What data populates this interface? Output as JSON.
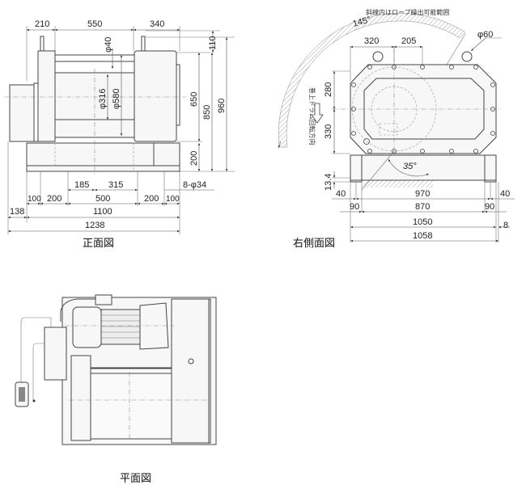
{
  "front_view": {
    "title": "正面図",
    "top_dims": [
      "210",
      "550",
      "340"
    ],
    "right_dims": [
      "110",
      "650",
      "850",
      "960",
      "200"
    ],
    "diameters": [
      "φ40",
      "φ316",
      "φ580"
    ],
    "bottom_row1": [
      "185",
      "315",
      "8-φ34"
    ],
    "bottom_row2": [
      "100",
      "200",
      "500",
      "200",
      "100"
    ],
    "bottom_row3": [
      "138",
      "1100"
    ],
    "bottom_row4": [
      "1238"
    ]
  },
  "side_view": {
    "title": "右側面図",
    "note": "斜線内はロープ繰出可能範囲",
    "angle_top": "145°",
    "angle_bottom": "35°",
    "rotation_label": "巻上ドラム回転方向",
    "top_dims": [
      "320",
      "205"
    ],
    "eyebolt_dia": "φ60",
    "left_dims": [
      "280",
      "330",
      "13.4"
    ],
    "bottom_row1": [
      "40",
      "970",
      "40"
    ],
    "bottom_row2": [
      "90",
      "870",
      "90"
    ],
    "bottom_row3": [
      "1050",
      "8"
    ],
    "bottom_row4": [
      "1058"
    ]
  },
  "plan_view": {
    "title": "平面図"
  }
}
